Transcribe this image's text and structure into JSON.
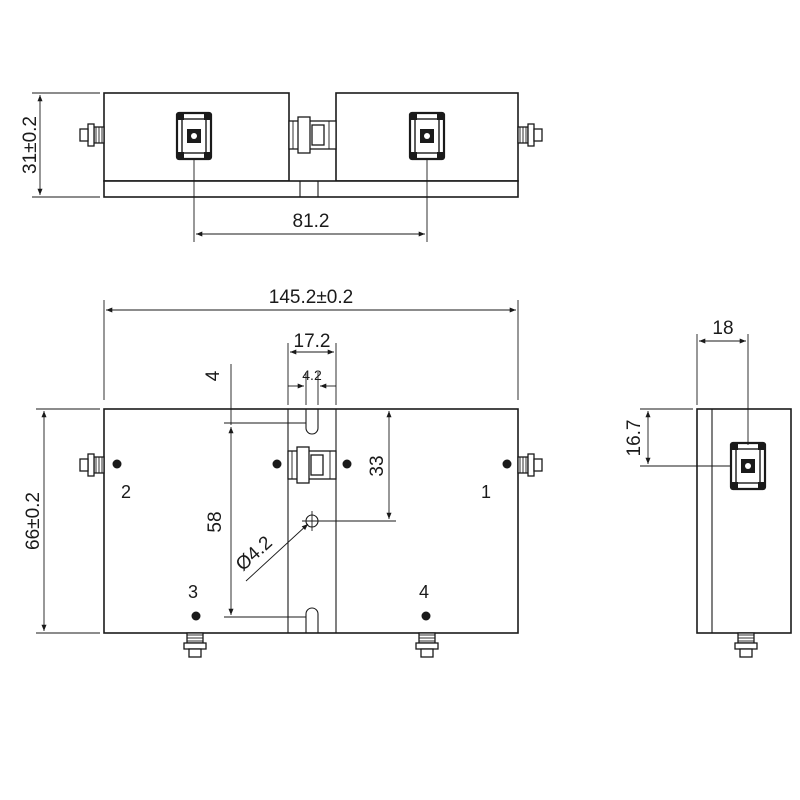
{
  "dimensions": {
    "top_height": "31±0.2",
    "connector_spacing": "81.2",
    "overall_length": "145.2±0.2",
    "gap_width": "17.2",
    "slot_width": "4.2",
    "mount_label": "4",
    "mount_spacing": "58",
    "hole_diameter": "Ø4.2",
    "hole_offset": "33",
    "overall_height": "66±0.2",
    "side_width": "18",
    "side_height": "16.7"
  },
  "ports": {
    "port_1": "1",
    "port_2": "2",
    "port_3": "3",
    "port_4": "4"
  }
}
